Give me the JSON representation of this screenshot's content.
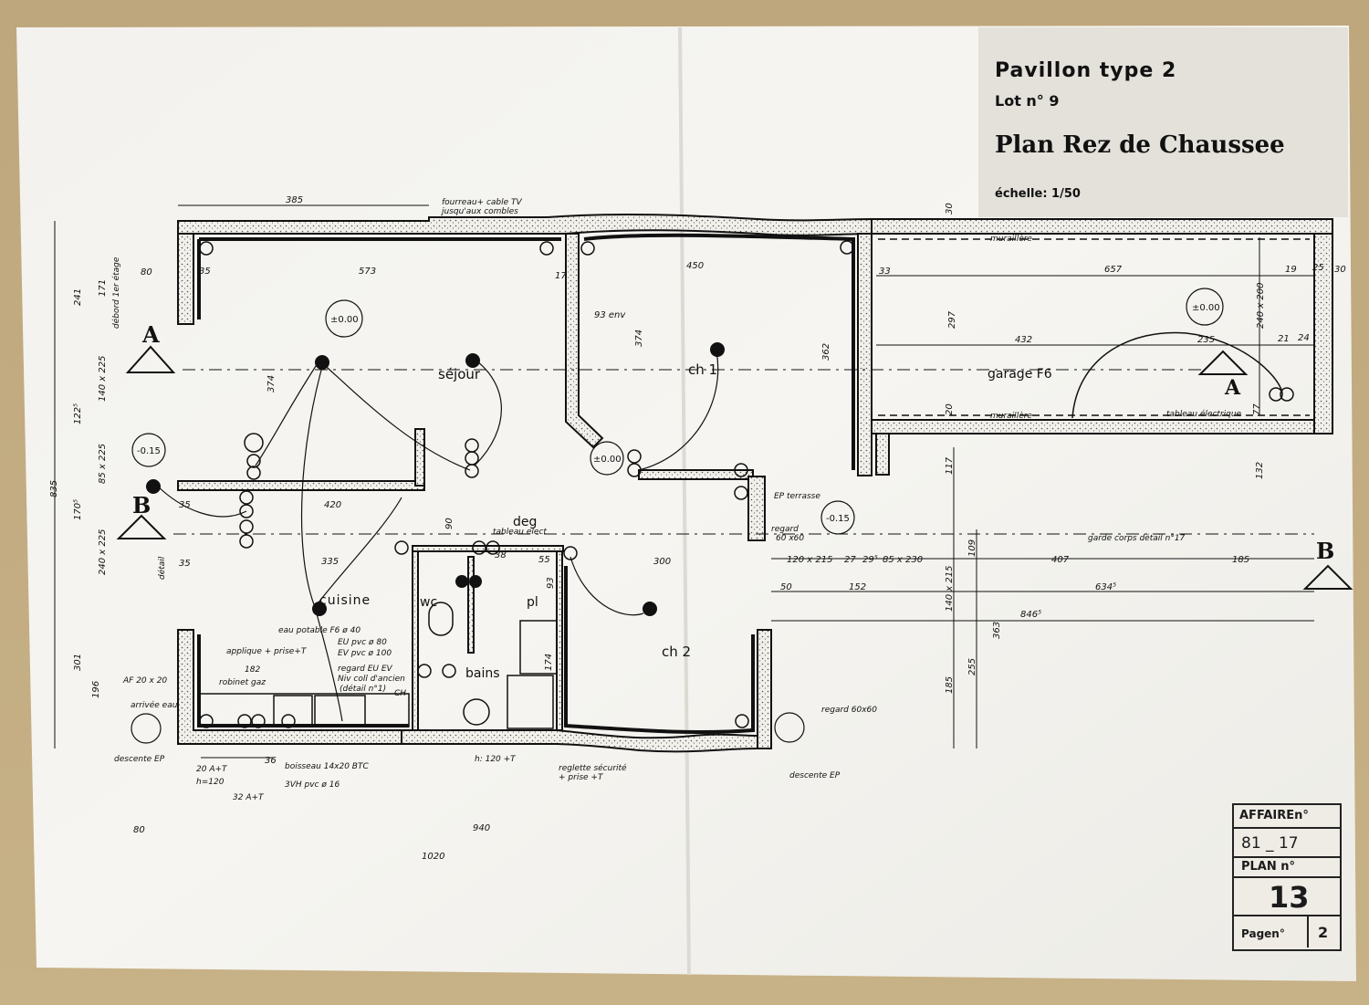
{
  "title": {
    "line1": "Pavillon  type 2",
    "line2": "Lot  n° 9",
    "line3": "Plan Rez de Chaussee",
    "scale": "échelle: 1/50"
  },
  "cartouche": {
    "affaire_label": "AFFAIREn°",
    "affaire_value": "81 _ 17",
    "plan_label": "PLAN n°",
    "plan_value": "13",
    "page_label": "Pagen°",
    "page_value": "2"
  },
  "rooms": {
    "sejour": "séjour",
    "ch1": "ch 1",
    "ch2": "ch 2",
    "cuisine": "cuisine",
    "wc": "wc",
    "bains": "bains",
    "deg": "deg",
    "pl": "pl",
    "garage": "garage  F6"
  },
  "section_marks": {
    "a": "A",
    "b": "B"
  },
  "notes": {
    "fourreau": "fourreau+ cable TV",
    "fourreau2": "jusqu'aux combles",
    "muraillere_top": "muraillère",
    "muraillere_bottom": "muraillère",
    "tableau_elec": "tableau électrique",
    "ep_terrasse": "EP terrasse",
    "regard_small": "regard",
    "regard_dim": "60 x60",
    "garde_corps": "garde corps détail n°17",
    "regard_right": "regard  60x60",
    "descente_ep_right": "descente  EP",
    "descente_ep_left": "descente EP",
    "arrivee_eau": "arrivée eau",
    "af": "AF 20 x 20",
    "eau_potable": "eau potable  F6  ø 40",
    "eu_pvc80": "EU  pvc  ø 80",
    "ev_pvc100": "EV  pvc  ø 100",
    "applique": "applique + prise+T",
    "robinet": "robinet  gaz",
    "regard_eu": "regard  EU  EV",
    "niv_coll": "Niv coll  d'ancien",
    "detail1": "(détail n°1)",
    "boisseau": "boisseau  14x20  BTC",
    "vh": "3VH  pvc  ø 16",
    "reglette": "reglette sécurité",
    "prise_t": "+ prise +T",
    "h120": "h: 120 +T",
    "a20": "20 A+T",
    "h120b": "h=120",
    "a32": "32 A+T",
    "tableau_elec_small": "tableau elect",
    "debord": "débord  1er  étage",
    "detail": "détail",
    "n182": "182",
    "ch": "CH"
  },
  "levels": {
    "sejour": "±0.00",
    "deg": "±0.00",
    "garage": "±0.00",
    "ext_left": "-0.15",
    "ext_terrace": "-0.15"
  },
  "dimensions": {
    "d385": "385",
    "d573": "573",
    "d450": "450",
    "d657": "657",
    "d19": "19",
    "d25": "25",
    "d30": "30",
    "d33a": "33",
    "d35a": "35",
    "d35b": "35",
    "d35c": "35",
    "d17": "17",
    "d374a": "374",
    "d374b": "374",
    "d362": "362",
    "d297": "297",
    "d432": "432",
    "d235": "235",
    "d240x200": "240 x 200",
    "d93env": "93 env",
    "d420": "420",
    "d335": "335",
    "d300": "300",
    "d407": "407",
    "d185": "185",
    "d634": "634⁵",
    "d846": "846⁵",
    "d152": "152",
    "d50": "50",
    "d120x215": "120 x 215",
    "d85x230": "85 x 230",
    "d27": "27",
    "d29": "29⁵",
    "d80a": "80",
    "d80b": "80",
    "d940": "940",
    "d1020": "1020",
    "d301": "301",
    "d196": "196",
    "d835": "835",
    "d170": "170⁵",
    "d241": "241",
    "d171": "171",
    "d240x225": "240 x 225",
    "d140x225": "140 x 225",
    "d85x225": "85 x 225",
    "d122": "122⁵",
    "d363": "363",
    "d255": "255",
    "d185v": "185",
    "d140x215": "140 x 215",
    "d109": "109",
    "d132": "132",
    "d117": "117",
    "d38": "38",
    "d55": "55",
    "d93": "93",
    "d90": "90",
    "d174": "174",
    "d24": "24",
    "d36": "36",
    "d21": "21",
    "d77": "77",
    "d20": "20",
    "d30b": "30"
  }
}
